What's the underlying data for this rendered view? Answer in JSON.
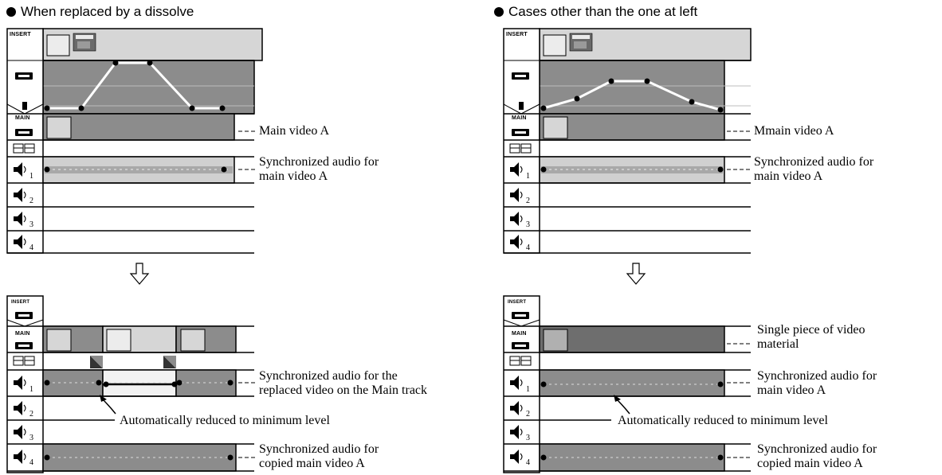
{
  "left": {
    "heading": "When replaced by a dissolve",
    "top_panel": {
      "insert_label": "INSERT",
      "main_label": "MAIN",
      "audio_numbers": [
        "1",
        "2",
        "3",
        "4"
      ],
      "notes": {
        "main_video": "Main video A",
        "sync_audio": [
          "Synchronized audio for",
          "main video A"
        ]
      }
    },
    "bottom_panel": {
      "insert_label": "INSERT",
      "main_label": "MAIN",
      "audio_numbers": [
        "1",
        "2",
        "3",
        "4"
      ],
      "notes": {
        "sync_replaced": [
          "Synchronized audio for the",
          "replaced video on the Main track"
        ],
        "reduced": "Automatically reduced to minimum level",
        "sync_copied": [
          "Synchronized audio for",
          "copied main video A"
        ]
      }
    }
  },
  "right": {
    "heading": "Cases other than the one at left",
    "top_panel": {
      "insert_label": "INSERT",
      "main_label": "MAIN",
      "audio_numbers": [
        "1",
        "2",
        "3",
        "4"
      ],
      "notes": {
        "main_video": "Mmain video A",
        "sync_audio": [
          "Synchronized audio for",
          "main video A"
        ]
      }
    },
    "bottom_panel": {
      "insert_label": "INSERT",
      "main_label": "MAIN",
      "audio_numbers": [
        "1",
        "2",
        "3",
        "4"
      ],
      "notes": {
        "single_piece": [
          "Single piece of video",
          "material"
        ],
        "sync_audio": [
          "Synchronized audio for",
          "main video A"
        ],
        "reduced": "Automatically reduced to minimum level",
        "sync_copied": [
          "Synchronized audio for",
          "copied main video A"
        ]
      }
    }
  },
  "icons": {
    "insert_thumb": "double-wipe-thumbnail-icon",
    "video_track": "video-tape-icon",
    "transition_track": "transition-icon",
    "audio_track": "speaker-icon",
    "down_arrow": "hollow-down-arrow-icon"
  },
  "colors": {
    "track_dark": "#8c8c8c",
    "track_light": "#d6d6d6",
    "audio_bar": "#a8a8a8"
  }
}
